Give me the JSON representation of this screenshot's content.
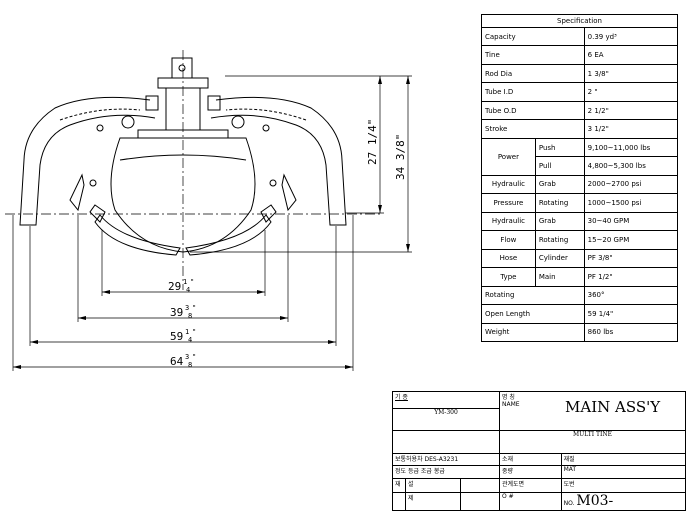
{
  "dimensions": {
    "d1": {
      "whole": "29",
      "num": "1",
      "den": "4",
      "suffix": "\""
    },
    "d2": {
      "whole": "39",
      "num": "3",
      "den": "8",
      "suffix": "\""
    },
    "d3": {
      "whole": "59",
      "num": "1",
      "den": "4",
      "suffix": "\""
    },
    "d4": {
      "whole": "64",
      "num": "3",
      "den": "8",
      "suffix": "\""
    },
    "v1": "27 1/4\"",
    "v2": "34 3/8\""
  },
  "spec": {
    "title": "Specification",
    "rows": {
      "capacity": {
        "label": "Capacity",
        "value": "0.39 yd³"
      },
      "tine": {
        "label": "Tine",
        "value": "6 EA"
      },
      "rod": {
        "label": "Rod Dia",
        "value": "1 3/8\""
      },
      "tube_id": {
        "label": "Tube I.D",
        "value": "2 \""
      },
      "tube_od": {
        "label": "Tube O.D",
        "value": "2 1/2\""
      },
      "stroke": {
        "label": "Stroke",
        "value": "3 1/2\""
      },
      "power": {
        "label": "Power",
        "push": "Push",
        "push_val": "9,100~11,000 lbs",
        "pull": "Pull",
        "pull_val": "4,800~5,300 lbs"
      },
      "pressure": {
        "label1": "Hydraulic",
        "label2": "Pressure",
        "grab": "Grab",
        "grab_val": "2000~2700 psi",
        "rot": "Rotating",
        "rot_val": "1000~1500 psi"
      },
      "flow": {
        "label1": "Hydraulic",
        "label2": "Flow",
        "grab": "Grab",
        "grab_val": "30~40 GPM",
        "rot": "Rotating",
        "rot_val": "15~20 GPM"
      },
      "hose": {
        "label1": "Hose",
        "label2": "Type",
        "cyl": "Cylinder",
        "cyl_val": "PF 3/8\"",
        "main": "Main",
        "main_val": "PF 1/2\""
      },
      "rotating": {
        "label": "Rotating",
        "value": "360°"
      },
      "open_length": {
        "label": "Open Length",
        "value": "59 1/4\""
      },
      "weight": {
        "label": "Weight",
        "value": "860 lbs"
      }
    }
  },
  "title_block": {
    "model_label": "기 종",
    "model": "YM-300",
    "standard_line": "보통허용차 DES-A3231",
    "grade_line": "정도 등급 조급 봉급",
    "name_label_ko": "명 칭",
    "name_label_en": "NAME",
    "name1": "MAIN ASS'Y",
    "name2": "MULTI TINE",
    "material_label": "소재",
    "material_ko": "재질",
    "material_en": "MAT",
    "weight_label": "중량",
    "related_label": "관계도면",
    "drawing_label_ko": "도번",
    "drawing_label_en": "NO.",
    "drawing_no": "M03-",
    "o_label": "O #",
    "cell_a": "재",
    "cell_b": "설",
    "cell_c": "제"
  }
}
